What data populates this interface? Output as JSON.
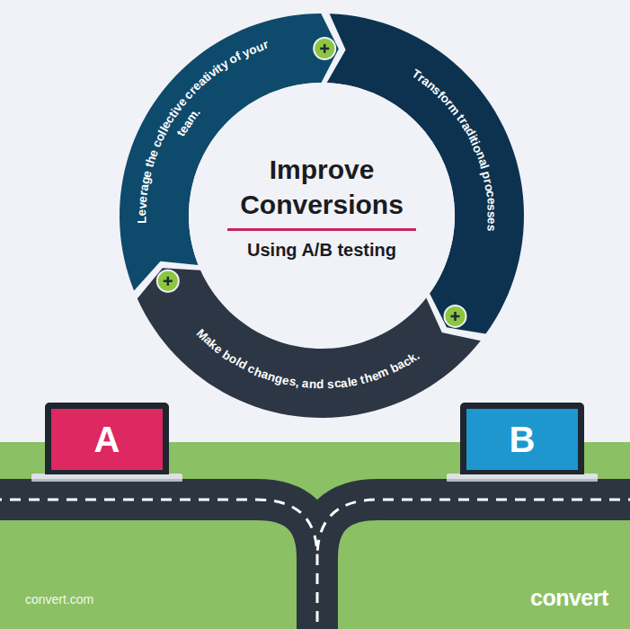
{
  "diagram": {
    "nodes": [
      {
        "text": [
          "Leverage the collective creativity of your team."
        ]
      },
      {
        "text": [
          "Transform traditional processes"
        ]
      },
      {
        "text": [
          "Improve Conversions",
          "Using A/B testing"
        ]
      },
      {
        "text": [
          "Make bold changes, and scale them back."
        ]
      },
      {
        "text": [
          "A"
        ]
      },
      {
        "text": [
          "B"
        ]
      }
    ],
    "labels": [
      "convert.com",
      "convert"
    ]
  }
}
